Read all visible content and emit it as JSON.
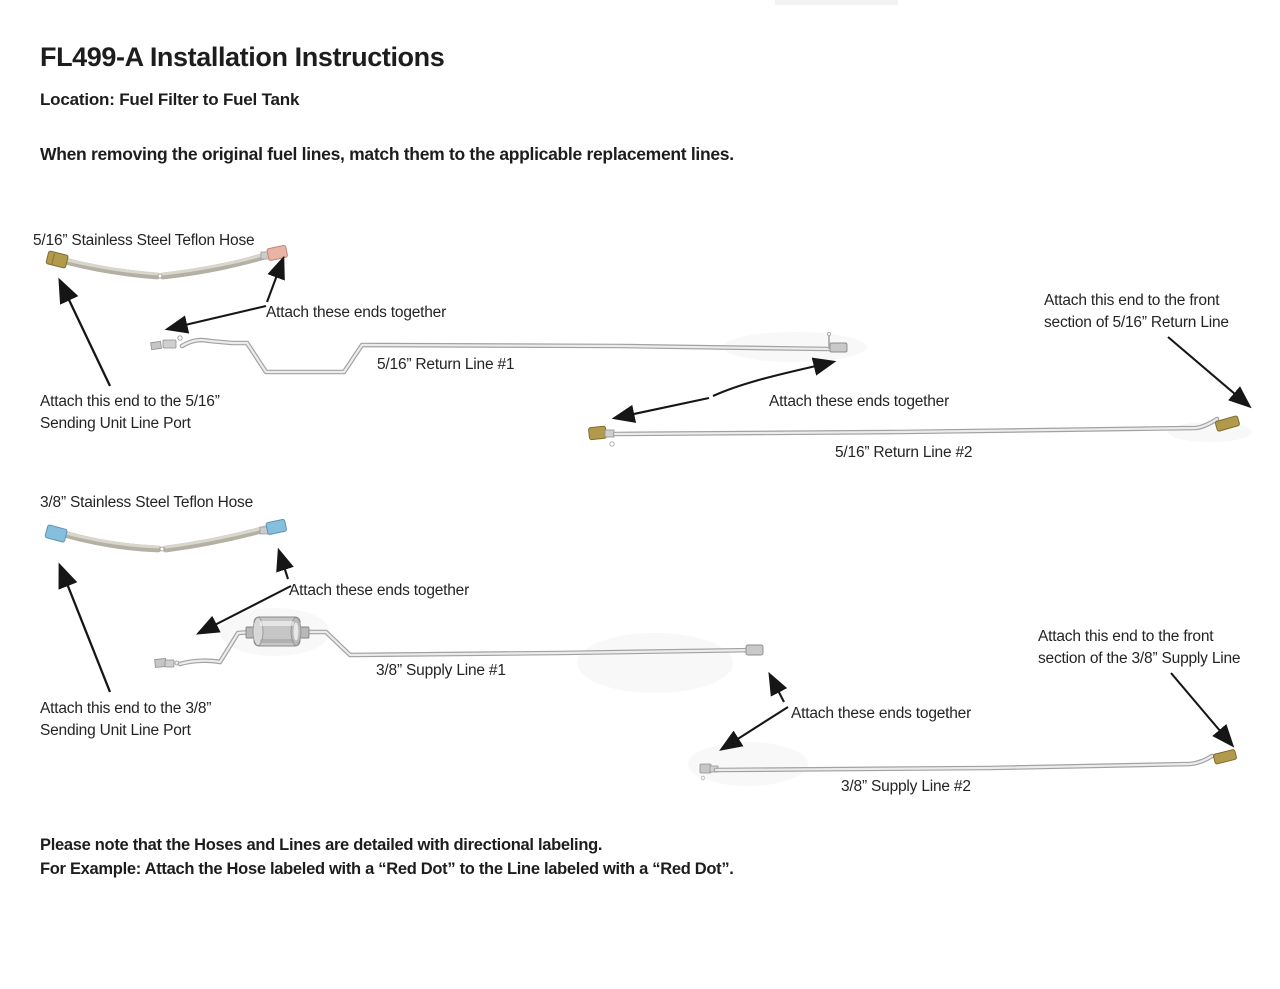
{
  "page": {
    "title": "FL499-A Installation Instructions",
    "location_line": "Location: Fuel Filter to Fuel Tank",
    "intro_line": "When removing the original fuel lines, match them to the applicable replacement lines.",
    "footer_line1": "Please note that the Hoses and Lines are detailed with directional labeling.",
    "footer_line2": "For Example: Attach the Hose labeled with a “Red Dot” to the Line labeled with a “Red Dot”."
  },
  "section_516": {
    "hose_label": "5/16” Stainless Steel Teflon Hose",
    "attach_ends_note_1": "Attach these ends together",
    "return_line_1_label": "5/16” Return Line #1",
    "sending_unit_note_line1": "Attach this end to the 5/16”",
    "sending_unit_note_line2": "Sending Unit Line Port",
    "front_note_line1": "Attach this end to the front",
    "front_note_line2": "section of 5/16” Return Line",
    "attach_ends_note_2": "Attach these ends together",
    "return_line_2_label": "5/16” Return Line #2"
  },
  "section_38": {
    "hose_label": "3/8” Stainless Steel Teflon Hose",
    "attach_ends_note_1": "Attach these ends together",
    "supply_line_1_label": "3/8” Supply Line #1",
    "sending_unit_note_line1": "Attach this end to the 3/8”",
    "sending_unit_note_line2": "Sending Unit Line Port",
    "front_note_line1": "Attach this end to the front",
    "front_note_line2": "section of the 3/8” Supply Line",
    "attach_ends_note_2": "Attach these ends together",
    "supply_line_2_label": "3/8” Supply Line #2"
  },
  "colors": {
    "text": "#1d1d1d",
    "arrow": "#161616",
    "steel_line": "#a2a2a2",
    "braided_hose": "#b3b0a4",
    "brass_fitting": "#b29a4c",
    "pink_fitting": "#e9b4a5",
    "blue_fitting": "#86bfde",
    "top_bar": "#f2f2f2",
    "background": "#ffffff"
  }
}
